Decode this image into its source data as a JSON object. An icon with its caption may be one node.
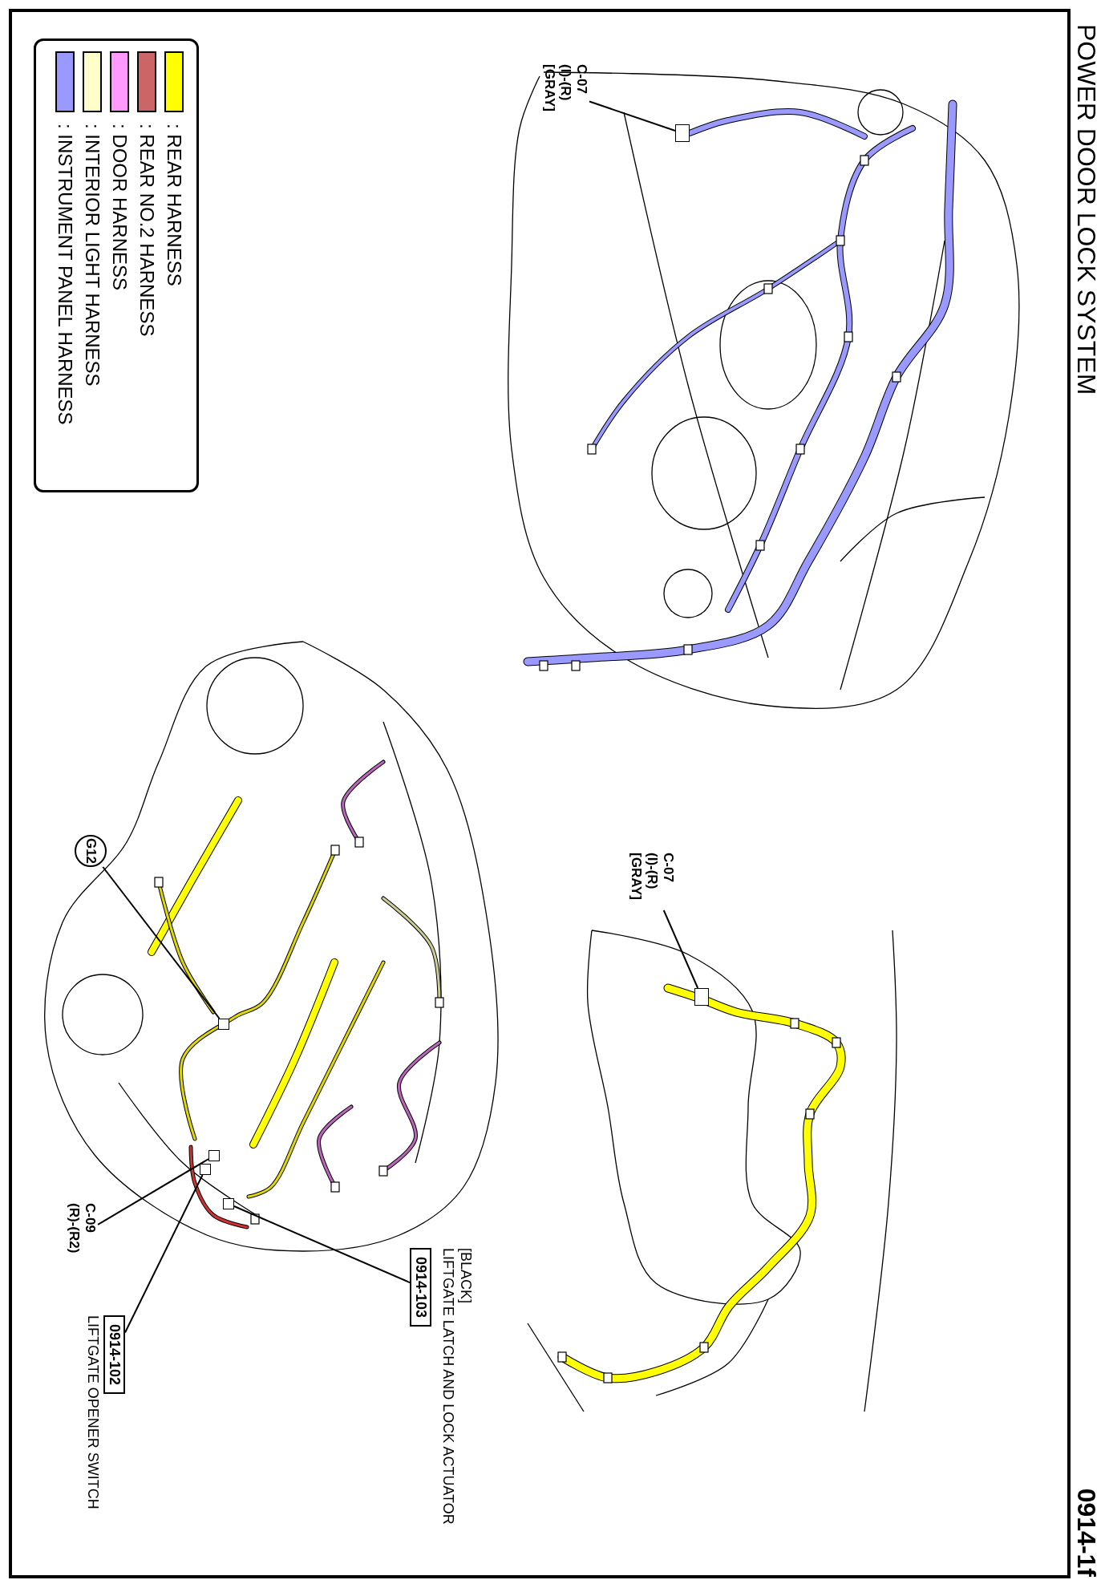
{
  "diagram": {
    "title": "POWER DOOR LOCK SYSTEM",
    "nodes": [
      {
        "text": [
          "C-07 (I)-(R) [GRAY]"
        ]
      },
      {
        "text": [],
        "shape": "box"
      },
      {
        "text": [
          "C-07 (I)-(R) [GRAY]"
        ]
      },
      {
        "text": [],
        "shape": "box"
      },
      {
        "text": [
          "G12"
        ]
      },
      {
        "text": [],
        "shape": "box"
      },
      {
        "text": [
          "C-09 (R)-(R2)"
        ]
      },
      {
        "text": [],
        "shape": "box"
      },
      {
        "text": [
          "0914-103"
        ],
        "beside": [
          "[BLACK]",
          "LIFTGATE LATCH AND LOCK ACTUATOR"
        ]
      },
      {
        "text": [],
        "shape": "box"
      },
      {
        "text": [
          "0914-102"
        ],
        "beside": [
          "LIFTGATE OPENER SWITCH"
        ]
      },
      {
        "text": [],
        "shape": "box"
      }
    ],
    "edges": [
      {
        "from": 0,
        "to": 1,
        "arrow": "none"
      },
      {
        "from": 2,
        "to": 3,
        "arrow": "none"
      },
      {
        "from": 4,
        "to": 5,
        "arrow": "none"
      },
      {
        "from": 6,
        "to": 7,
        "arrow": "none"
      },
      {
        "from": 8,
        "to": 9,
        "arrow": "none"
      },
      {
        "from": 10,
        "to": 11,
        "arrow": "none"
      }
    ],
    "labels": [
      "0914-1f"
    ],
    "legend": [
      {
        "text": ": REAR HARNESS",
        "color": "#ffff00"
      },
      {
        "text": ": REAR NO.2 HARNESS",
        "color": "#cc6666"
      },
      {
        "text": ": DOOR HARNESS",
        "color": "#ff99ff"
      },
      {
        "text": ": INTERIOR LIGHT HARNESS",
        "color": "#ffffcc"
      },
      {
        "text": ": INSTRUMENT PANEL HARNESS",
        "color": "#9999ff"
      }
    ]
  }
}
